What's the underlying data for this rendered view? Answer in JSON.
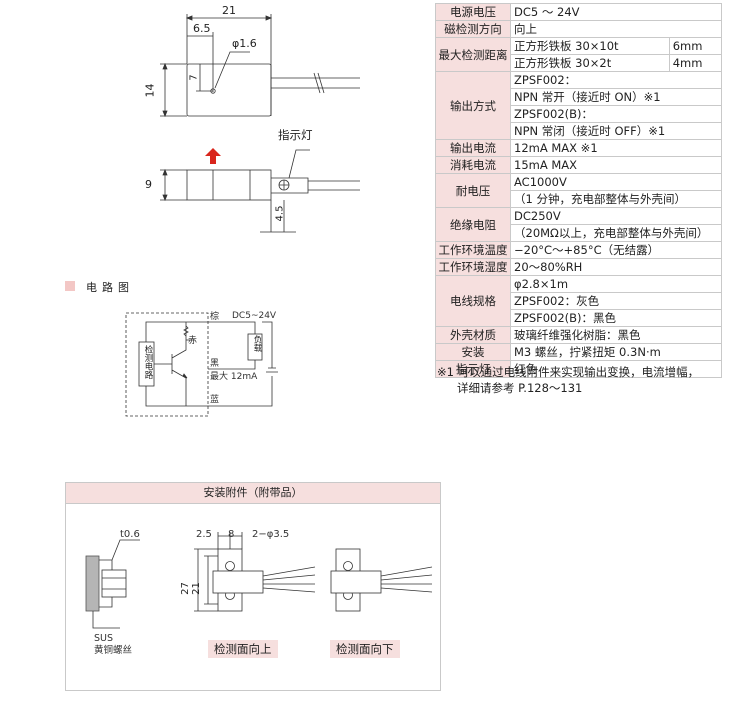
{
  "spec_table": [
    {
      "label": "电源电压",
      "value": "DC5 ～ 24V"
    },
    {
      "label": "磁检测方向",
      "value": "向上"
    },
    {
      "label": "最大检测距离",
      "rows": [
        {
          "item": "正方形铁板 30×10t",
          "value": "6mm"
        },
        {
          "item": "正方形铁板 30×2t",
          "value": "4mm"
        }
      ]
    },
    {
      "label": "输出方式",
      "lines": [
        "ZPSF002：",
        "NPN 常开（接近时 ON）※1",
        "ZPSF002(B)：",
        "NPN 常闭（接近时 OFF）※1"
      ]
    },
    {
      "label": "输出电流",
      "value": "12mA MAX ※1"
    },
    {
      "label": "消耗电流",
      "value": "15mA MAX"
    },
    {
      "label": "耐电压",
      "lines": [
        "AC1000V",
        "（1 分钟，充电部整体与外壳间）"
      ]
    },
    {
      "label": "绝缘电阻",
      "lines": [
        "DC250V",
        "（20MΩ以上，充电部整体与外壳间）"
      ]
    },
    {
      "label": "工作环境温度",
      "value": "−20°C～+85°C（无结露）"
    },
    {
      "label": "工作环境湿度",
      "value": "20～80%RH"
    },
    {
      "label": "电线规格",
      "lines": [
        "φ2.8×1m",
        "ZPSF002：灰色",
        "ZPSF002(B)：黑色"
      ]
    },
    {
      "label": "外壳材质",
      "value": "玻璃纤维强化树脂：黑色"
    },
    {
      "label": "安装",
      "value": "M3 螺丝，拧紧扭矩 0.3N·m"
    },
    {
      "label": "指示灯",
      "value": "红色"
    }
  ],
  "footnote": [
    "※1 可以通过电线附件来实现输出变换，电流增幅，",
    "详细请参考 P.128～131"
  ],
  "dimension_drawing": {
    "width": "21",
    "offset": "6.5",
    "hole": "φ1.6",
    "height": "14",
    "small": "7",
    "side_height": "9",
    "led_offset": "4.5",
    "indicator_label": "指示灯"
  },
  "circuit": {
    "section_title": "电路图",
    "supply": "DC5~24V",
    "wire_brown": "棕",
    "wire_black": "黑",
    "wire_blue": "蓝",
    "max_current": "最大 12mA",
    "led": "赤",
    "load": "负载",
    "detect_circuit": "检测电路"
  },
  "accessory": {
    "title": "安装附件（附带品）",
    "thickness": "t0.6",
    "dim_a": "2.5",
    "dim_b": "8",
    "holes": "2−φ3.5",
    "dim_27": "27",
    "dim_21": "21",
    "material_1": "SUS",
    "material_2": "黄铜螺丝",
    "face_up": "检测面向上",
    "face_down": "检测面向下"
  },
  "colors": {
    "accent_pink": "#f6dfde",
    "arrow_red": "#d9261c",
    "border": "#c9c9c9"
  }
}
